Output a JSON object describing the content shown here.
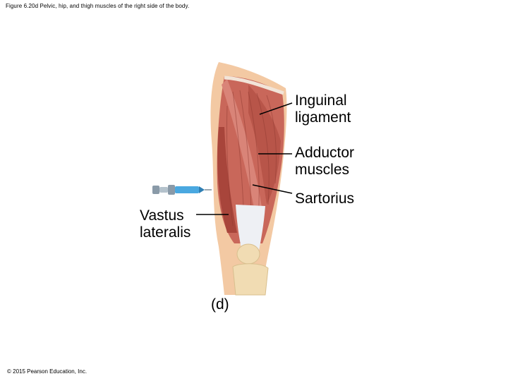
{
  "figure": {
    "caption": "Figure 6.20d Pelvic, hip, and thigh muscles of the right side of the body.",
    "panel_letter": "(d)",
    "copyright": "© 2015 Pearson Education, Inc."
  },
  "labels": {
    "inguinal": [
      "Inguinal",
      "ligament"
    ],
    "adductor": [
      "Adductor",
      "muscles"
    ],
    "sartorius": "Sartorius",
    "vastus": [
      "Vastus",
      "lateralis"
    ]
  },
  "colors": {
    "skin": "#f3c9a3",
    "muscle": "#c9675a",
    "muscle_dark": "#a8453b",
    "tendon": "#eef0f4",
    "bone": "#f1dcb3",
    "needle": "#4aa8e0"
  }
}
